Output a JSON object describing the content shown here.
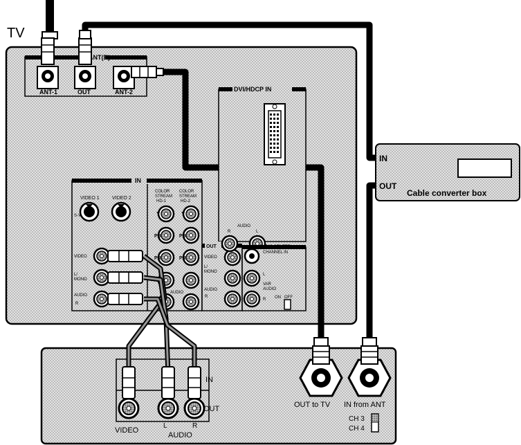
{
  "tv": {
    "title": "TV",
    "ant_group": "ANT(B)",
    "ant1": "ANT-1",
    "out": "OUT",
    "ant2": "ANT-2",
    "dvi_header": "DVI/HDCP IN",
    "in_header": "IN",
    "video1": "VIDEO 1",
    "video2": "VIDEO 2",
    "color_stream_hd1": [
      "COLOR",
      "STREAM",
      "HD-1"
    ],
    "color_stream_hd2": [
      "COLOR",
      "STREAM",
      "HD-2"
    ],
    "y": "Y",
    "pb": "PB",
    "pr": "PR",
    "svideo": "S-VIDEO",
    "video": "VIDEO",
    "l_mono": [
      "L/",
      "MONO"
    ],
    "audio": "AUDIO",
    "r": "R",
    "l": "L",
    "audio_small": "AUDIO",
    "out_header": "OUT",
    "audio_center": [
      "AUDIO CENTER",
      "CHANNEL IN"
    ],
    "var_audio": [
      "VAR",
      "AUDIO"
    ],
    "on": "ON",
    "off": "OFF"
  },
  "cable_box": {
    "in": "IN",
    "out": "OUT",
    "title": "Cable converter box"
  },
  "vcr": {
    "in": "IN",
    "out": "OUT",
    "video": "VIDEO",
    "l": "L",
    "r": "R",
    "audio": "AUDIO",
    "out_to_tv": "OUT to TV",
    "in_from_ant": "IN from ANT",
    "ch3": "CH 3",
    "ch4": "CH 4"
  }
}
